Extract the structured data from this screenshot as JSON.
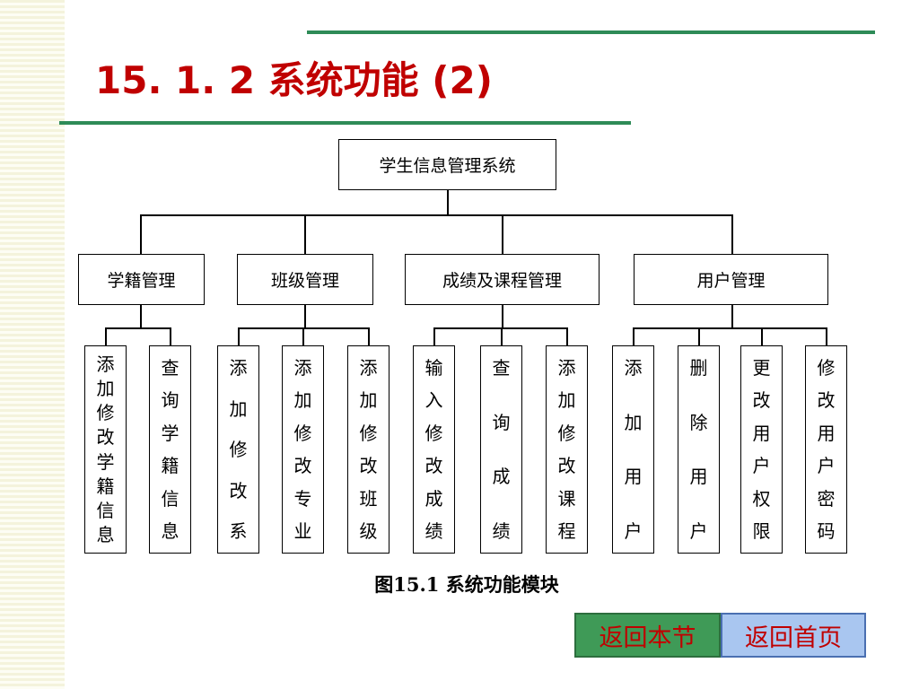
{
  "title": "15. 1. 2  系统功能 (2)",
  "diagram": {
    "root": "学生信息管理系统",
    "groups": [
      {
        "label": "学籍管理",
        "children": [
          "添加修改学籍信息",
          "查询学籍信息"
        ]
      },
      {
        "label": "班级管理",
        "children": [
          "添加修改系",
          "添加修改专业",
          "添加修改班级"
        ]
      },
      {
        "label": "成绩及课程管理",
        "children": [
          "输入修改成绩",
          "查询成绩",
          "添加修改课程"
        ]
      },
      {
        "label": "用户管理",
        "children": [
          "添加用户",
          "删除用户",
          "更改用户权限",
          "修改用户密码"
        ]
      }
    ]
  },
  "caption": "图15.1  系统功能模块",
  "nav": {
    "back_section": "返回本节",
    "back_home": "返回首页"
  },
  "colors": {
    "title": "#c00000",
    "rule": "#2e8b57",
    "nav_section_bg": "#3f9a57",
    "nav_home_bg": "#a9c6f0"
  }
}
